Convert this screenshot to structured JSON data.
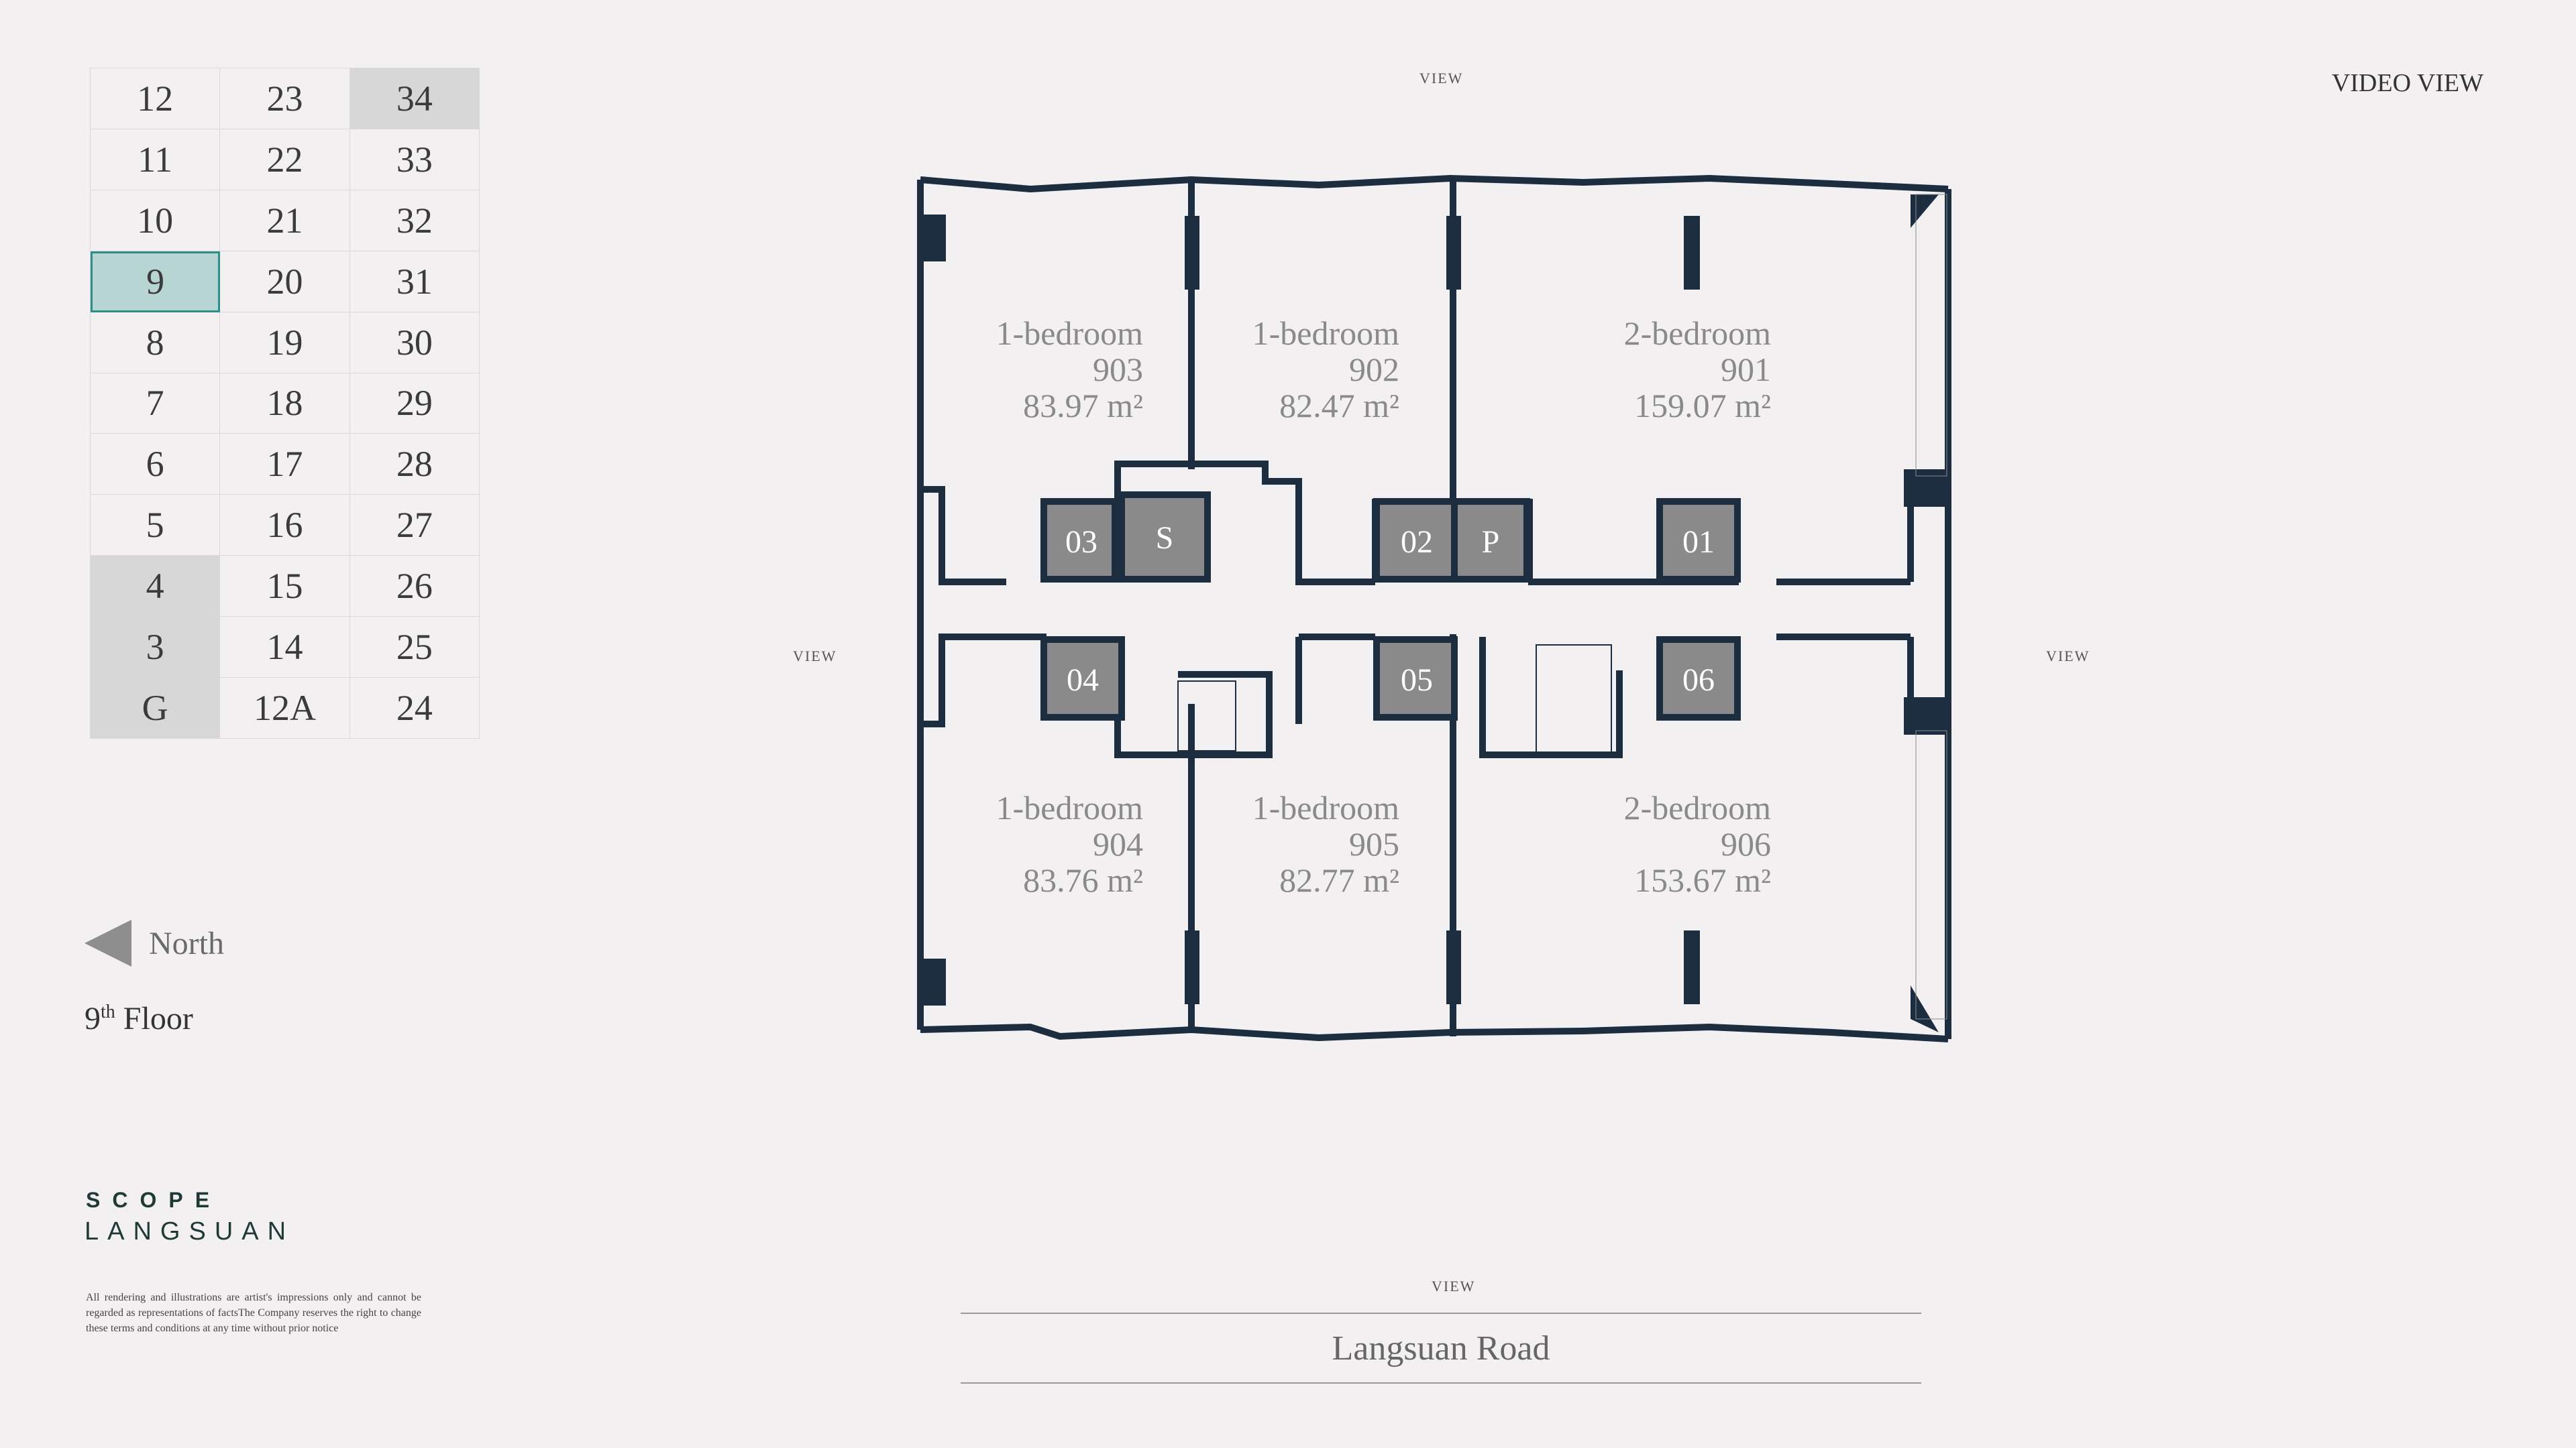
{
  "header": {
    "video_view": "VIDEO VIEW"
  },
  "floor_selector": {
    "cells": [
      {
        "label": "12",
        "state": "normal"
      },
      {
        "label": "23",
        "state": "normal"
      },
      {
        "label": "34",
        "state": "gray"
      },
      {
        "label": "11",
        "state": "normal"
      },
      {
        "label": "22",
        "state": "normal"
      },
      {
        "label": "33",
        "state": "normal"
      },
      {
        "label": "10",
        "state": "normal"
      },
      {
        "label": "21",
        "state": "normal"
      },
      {
        "label": "32",
        "state": "normal"
      },
      {
        "label": "9",
        "state": "active"
      },
      {
        "label": "20",
        "state": "normal"
      },
      {
        "label": "31",
        "state": "normal"
      },
      {
        "label": "8",
        "state": "normal"
      },
      {
        "label": "19",
        "state": "normal"
      },
      {
        "label": "30",
        "state": "normal"
      },
      {
        "label": "7",
        "state": "normal"
      },
      {
        "label": "18",
        "state": "normal"
      },
      {
        "label": "29",
        "state": "normal"
      },
      {
        "label": "6",
        "state": "normal"
      },
      {
        "label": "17",
        "state": "normal"
      },
      {
        "label": "28",
        "state": "normal"
      },
      {
        "label": "5",
        "state": "normal"
      },
      {
        "label": "16",
        "state": "normal"
      },
      {
        "label": "27",
        "state": "normal"
      },
      {
        "label": "4",
        "state": "gray"
      },
      {
        "label": "15",
        "state": "normal"
      },
      {
        "label": "26",
        "state": "normal"
      },
      {
        "label": "3",
        "state": "gray"
      },
      {
        "label": "14",
        "state": "normal"
      },
      {
        "label": "25",
        "state": "normal"
      },
      {
        "label": "G",
        "state": "gray"
      },
      {
        "label": "12A",
        "state": "normal"
      },
      {
        "label": "24",
        "state": "normal"
      }
    ]
  },
  "orientation": {
    "north_label": "North"
  },
  "floor": {
    "number": "9",
    "suffix": "th",
    "word": "Floor"
  },
  "brand": {
    "line1": "SCOPE",
    "line2": "LANGSUAN"
  },
  "disclaimer": "All rendering and illustrations are artist's impressions only and cannot be regarded as representations of factsThe Company reserves the right to change these terms and conditions at any time without prior notice",
  "plan": {
    "view_labels": {
      "top": "VIEW",
      "left": "VIEW",
      "right": "VIEW",
      "bottom": "VIEW"
    },
    "units": [
      {
        "type": "1-bedroom",
        "number": "903",
        "area": "83.97 m²"
      },
      {
        "type": "1-bedroom",
        "number": "902",
        "area": "82.47 m²"
      },
      {
        "type": "2-bedroom",
        "number": "901",
        "area": "159.07 m²"
      },
      {
        "type": "1-bedroom",
        "number": "904",
        "area": "83.76 m²"
      },
      {
        "type": "1-bedroom",
        "number": "905",
        "area": "82.77 m²"
      },
      {
        "type": "2-bedroom",
        "number": "906",
        "area": "153.67 m²"
      }
    ],
    "cores": [
      "03",
      "S",
      "02",
      "P",
      "01",
      "04",
      "05",
      "06"
    ]
  },
  "road": {
    "label": "Langsuan Road"
  },
  "colors": {
    "wall": "#1d2d40",
    "core": "#8a8a8a",
    "active_cell": "#b7d6d3",
    "gray_cell": "#d7d7d7"
  }
}
